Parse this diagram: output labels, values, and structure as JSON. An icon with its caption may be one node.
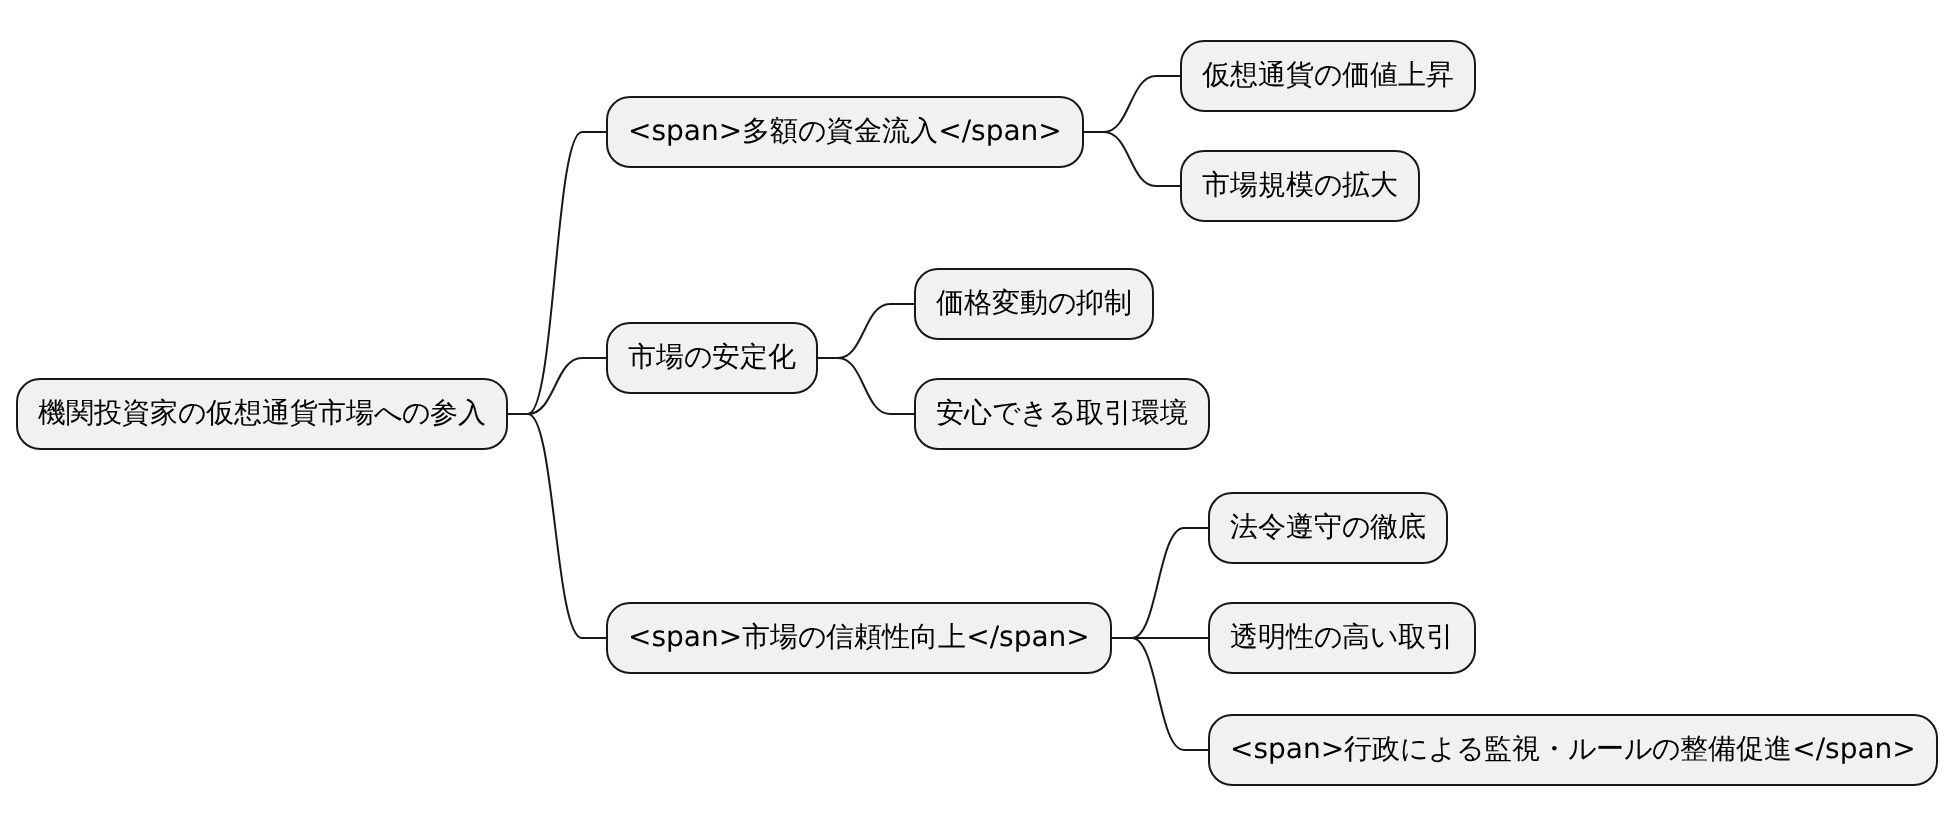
{
  "diagram": {
    "nodes": [
      {
        "text": [
          "機関投資家の仮想通貨市場への参入"
        ]
      },
      {
        "text": [
          "<span>多額の資金流入</span>"
        ]
      },
      {
        "text": [
          "仮想通貨の価値上昇"
        ]
      },
      {
        "text": [
          "市場規模の拡大"
        ]
      },
      {
        "text": [
          "市場の安定化"
        ]
      },
      {
        "text": [
          "価格変動の抑制"
        ]
      },
      {
        "text": [
          "安心できる取引環境"
        ]
      },
      {
        "text": [
          "<span>市場の信頼性向上</span>"
        ]
      },
      {
        "text": [
          "法令遵守の徹底"
        ]
      },
      {
        "text": [
          "透明性の高い取引"
        ]
      },
      {
        "text": [
          "<span>行政による監視・ルールの整備促進</span>"
        ]
      }
    ],
    "edges": [
      {
        "from": 0,
        "to": 1,
        "arrow": "none"
      },
      {
        "from": 1,
        "to": 2,
        "arrow": "none"
      },
      {
        "from": 1,
        "to": 3,
        "arrow": "none"
      },
      {
        "from": 0,
        "to": 4,
        "arrow": "none"
      },
      {
        "from": 4,
        "to": 5,
        "arrow": "none"
      },
      {
        "from": 4,
        "to": 6,
        "arrow": "none"
      },
      {
        "from": 0,
        "to": 7,
        "arrow": "none"
      },
      {
        "from": 7,
        "to": 8,
        "arrow": "none"
      },
      {
        "from": 7,
        "to": 9,
        "arrow": "none"
      },
      {
        "from": 7,
        "to": 10,
        "arrow": "none"
      }
    ]
  }
}
